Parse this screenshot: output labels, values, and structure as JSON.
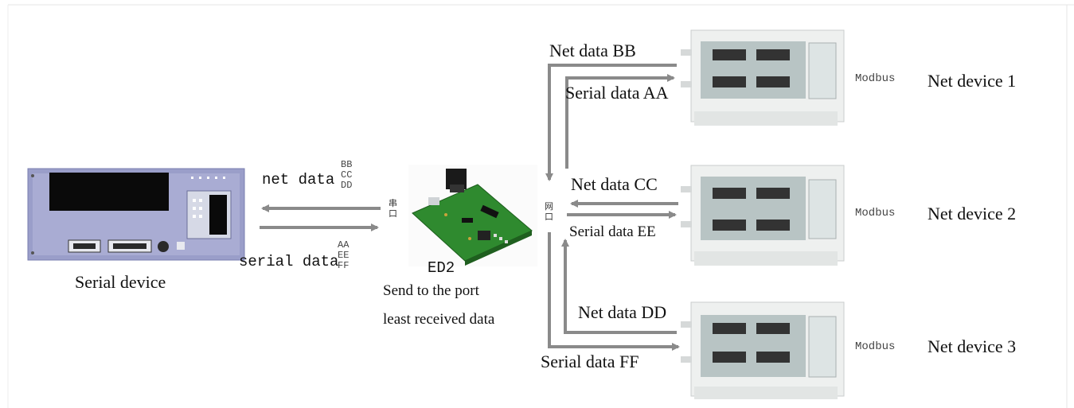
{
  "serial_device": {
    "label": "Serial device"
  },
  "module": {
    "name": "ED2",
    "note_line1": "Send to the port",
    "note_line2": "least received data",
    "serial_port_chars": "串\n口",
    "net_port_chars": "网\n口"
  },
  "left_arrows": {
    "net_data_label": "net data",
    "net_data_values": "BB\nCC\nDD",
    "serial_data_label": "serial data",
    "serial_data_values": "AA\nEE\nFF"
  },
  "devices": [
    {
      "protocol": "Modbus",
      "name": "Net device 1",
      "net_data": "Net data BB",
      "serial_data": "Serial data AA"
    },
    {
      "protocol": "Modbus",
      "name": "Net device 2",
      "net_data": "Net data CC",
      "serial_data": "Serial data EE"
    },
    {
      "protocol": "Modbus",
      "name": "Net device 3",
      "net_data": "Net data DD",
      "serial_data": "Serial data FF"
    }
  ],
  "colors": {
    "arrow": "#8a8a8a",
    "device_body": "#eef0ef",
    "device_screen": "#b8c4c4",
    "device_port": "#333333",
    "serial_device_body": "#9a9ec9",
    "pcb": "#2f8a2f"
  }
}
